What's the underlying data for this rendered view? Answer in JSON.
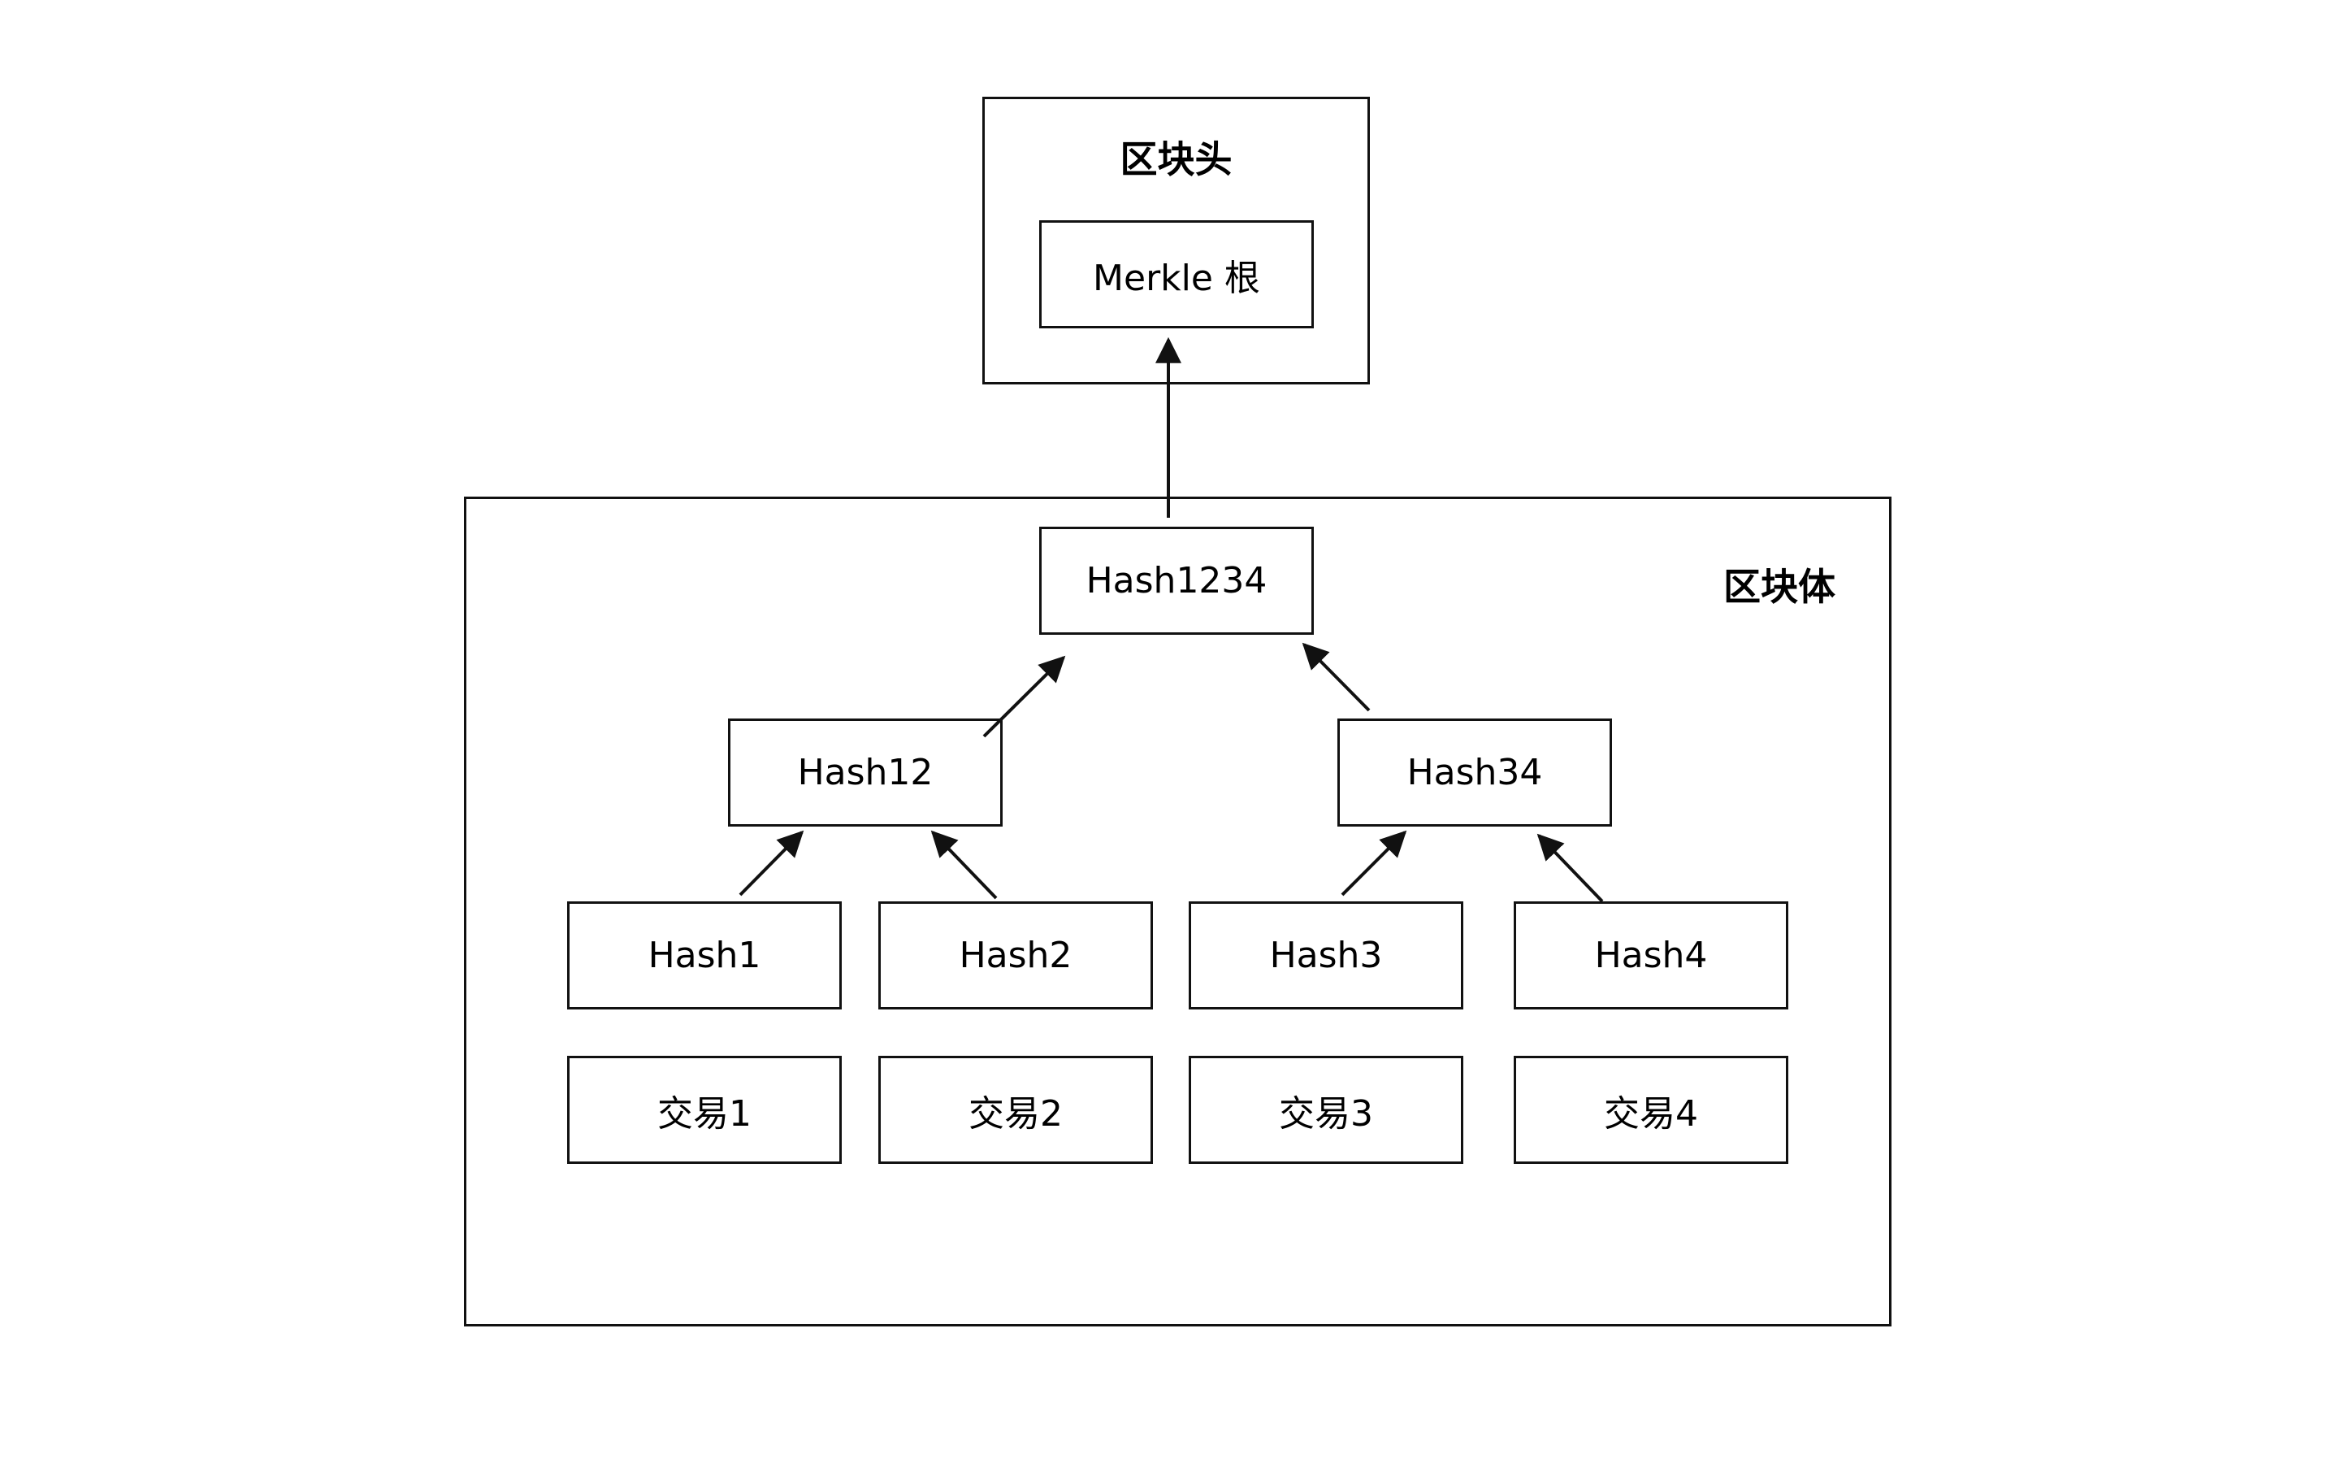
{
  "block_header": {
    "title": "区块头",
    "merkle_root": "Merkle 根"
  },
  "block_body": {
    "title": "区块体",
    "root_hash": "Hash1234",
    "level1": [
      "Hash12",
      "Hash34"
    ],
    "leaf_hashes": [
      "Hash1",
      "Hash2",
      "Hash3",
      "Hash4"
    ],
    "transactions": [
      "交易1",
      "交易2",
      "交易3",
      "交易4"
    ]
  }
}
